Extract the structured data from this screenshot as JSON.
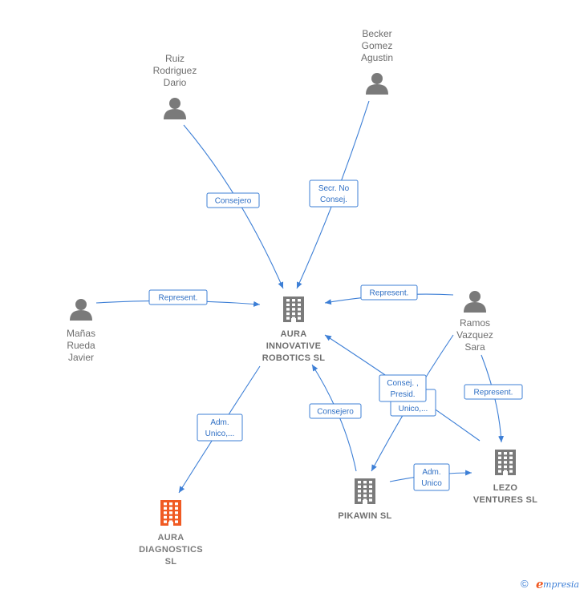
{
  "colors": {
    "edge": "#3d7fd6",
    "edge_text": "#2f6fc4",
    "person_icon": "#7a7a7a",
    "company_icon": "#7a7a7a",
    "company_highlight": "#f05a23",
    "label": "#6e6e6e",
    "brand": "#3d7fd6"
  },
  "nodes": [
    {
      "id": "ruiz",
      "type": "person",
      "icon": "person-icon",
      "lines": [
        "Ruiz",
        "Rodriguez",
        "Dario"
      ]
    },
    {
      "id": "becker",
      "type": "person",
      "icon": "person-icon",
      "lines": [
        "Becker",
        "Gomez",
        "Agustin"
      ]
    },
    {
      "id": "manas",
      "type": "person",
      "icon": "person-icon",
      "lines": [
        "Mañas",
        "Rueda",
        "Javier"
      ]
    },
    {
      "id": "ramos",
      "type": "person",
      "icon": "person-icon",
      "lines": [
        "Ramos",
        "Vazquez",
        "Sara"
      ]
    },
    {
      "id": "aura_innovative",
      "type": "company",
      "icon": "building-icon",
      "lines": [
        "AURA",
        "INNOVATIVE",
        "ROBOTICS  SL"
      ]
    },
    {
      "id": "aura_diagnostics",
      "type": "company",
      "icon": "building-icon",
      "highlight": true,
      "lines": [
        "AURA",
        "DIAGNOSTICS",
        "SL"
      ]
    },
    {
      "id": "pikawin",
      "type": "company",
      "icon": "building-icon",
      "lines": [
        "PIKAWIN  SL"
      ]
    },
    {
      "id": "lezo",
      "type": "company",
      "icon": "building-icon",
      "lines": [
        "LEZO",
        "VENTURES  SL"
      ]
    }
  ],
  "edges": [
    {
      "id": "e1",
      "from": "ruiz",
      "to": "aura_innovative",
      "label": [
        "Consejero"
      ]
    },
    {
      "id": "e2",
      "from": "becker",
      "to": "aura_innovative",
      "label": [
        "Secr.  No",
        "Consej."
      ]
    },
    {
      "id": "e3",
      "from": "manas",
      "to": "aura_innovative",
      "label": [
        "Represent."
      ]
    },
    {
      "id": "e4",
      "from": "ramos",
      "to": "aura_innovative",
      "label": [
        "Represent."
      ]
    },
    {
      "id": "e5",
      "from": "aura_innovative",
      "to": "aura_diagnostics",
      "label": [
        "Adm.",
        "Unico,..."
      ]
    },
    {
      "id": "e6",
      "from": "pikawin",
      "to": "aura_innovative",
      "label": [
        "Consejero"
      ]
    },
    {
      "id": "e7",
      "from": "ramos",
      "to": "pikawin",
      "label": [
        "Adm.",
        "Unico,..."
      ]
    },
    {
      "id": "e8",
      "from": "lezo",
      "to": "aura_innovative",
      "label": [
        "Consej. ,",
        "Presid."
      ]
    },
    {
      "id": "e9",
      "from": "ramos",
      "to": "lezo",
      "label": [
        "Represent."
      ]
    },
    {
      "id": "e10",
      "from": "pikawin",
      "to": "lezo",
      "label": [
        "Adm.",
        "Unico"
      ]
    }
  ],
  "footer": {
    "copyright_symbol": "©",
    "brand": "Empresia",
    "brand_icon": "empresia-e-logo"
  }
}
